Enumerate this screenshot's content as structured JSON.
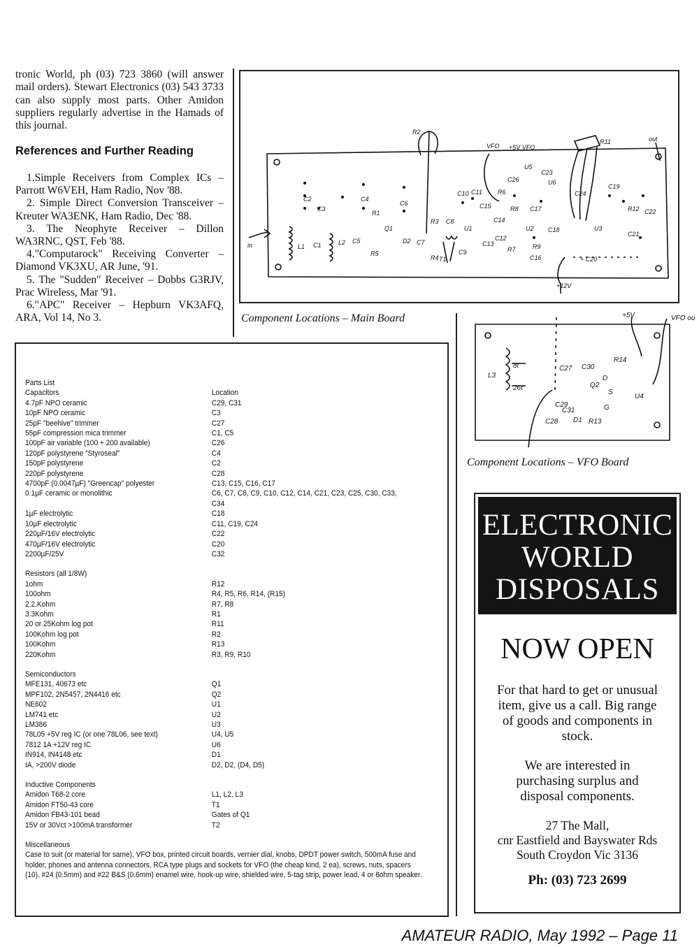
{
  "intro": "tronic World, ph (03) 723 3860 (will answer mail orders). Stewart Electronics (03) 543 3733 can also supply most parts. Other Amidon suppliers regularly advertise in the Hamads of this journal.",
  "references": {
    "heading": "References and Further Reading",
    "items": [
      "1.Simple Receivers from Complex ICs – Parrott W6VEH, Ham Radio, Nov '88.",
      "2. Simple Direct Conversion Transceiver – Kreuter WA3ENK, Ham Radio, Dec '88.",
      "3. The Neophyte Receiver – Dillon WA3RNC, QST, Feb '88.",
      "4.\"Computarock\" Receiving Converter – Diamond VK3XU, AR June, '91.",
      "5. The \"Sudden\" Receiver – Dobbs G3RJV, Prac Wireless, Mar '91.",
      "6.\"APC\" Receiver – Hepburn VK3AFQ, ARA, Vol 14, No 3."
    ]
  },
  "main_board": {
    "caption": "Component Locations – Main Board",
    "labels": {
      "r2": "R2",
      "vfo": "VFO",
      "plus5v_vfo": "+5V VFO",
      "r11": "R11",
      "out": "out",
      "u5": "U5",
      "c26": "C26",
      "c23": "C23",
      "u6": "U6",
      "c24": "C24",
      "c19": "C19",
      "c18": "C18",
      "r12": "R12",
      "c22": "C22",
      "c21": "C21",
      "u3": "U3",
      "u2": "U2",
      "u1": "U1",
      "c14": "C14",
      "r8": "R8",
      "r6": "R6",
      "c15": "C15",
      "c13": "C13",
      "c12": "C12",
      "r7": "R7",
      "r9": "R9",
      "c16": "C16",
      "c20": "+ C20",
      "plus12v": "+12V",
      "in": "in",
      "l1": "L1",
      "c1": "C1",
      "c2": "C2",
      "c3": "C3",
      "l2": "L2",
      "c5": "C5",
      "c4": "C4",
      "r1": "R1",
      "q1": "Q1",
      "r5": "R5",
      "c6": "C6",
      "c7": "C7",
      "r3": "R3",
      "r4": "R4",
      "t1": "T1",
      "d2": "D2",
      "c10": "C10",
      "c11": "C11",
      "c17": "C17",
      "c8": "C8",
      "c9": "C9"
    }
  },
  "vfo_board": {
    "caption": "Component Locations – VFO Board",
    "labels": {
      "plus5v": "+5V",
      "vfo_out": "VFO out",
      "l3": "L3",
      "t8": "8t",
      "t26": "26t",
      "c27": "C27",
      "c30": "C30",
      "r14": "R14",
      "q2": "Q2",
      "d": "D",
      "g": "G",
      "s": "S",
      "u4": "U4",
      "c28": "C28",
      "c29": "C29",
      "c31": "C31",
      "d1": "D1",
      "r13": "R13"
    }
  },
  "parts_list": {
    "title": "Parts List",
    "sections": [
      {
        "heading": "Capacitors",
        "heading_right": "Location",
        "rows": [
          [
            "4.7pF NPO ceramic",
            "C29, C31"
          ],
          [
            "10pF NPO ceramic",
            "C3"
          ],
          [
            "25pF \"beehive\" trimmer",
            "C27"
          ],
          [
            "55pF compression mica trimmer",
            "C1, C5"
          ],
          [
            "100pF air variable (100 + 200 available)",
            "C26"
          ],
          [
            "120pF polystyrene \"Styroseal\"",
            "C4"
          ],
          [
            "150pF polystyrene",
            "C2"
          ],
          [
            "220pF polystyrene",
            "C28"
          ],
          [
            "4700pF (0.0047µF) \"Greencap\" polyester",
            "C13, C15, C16, C17"
          ],
          [
            "0.1µF ceramic or monolithic",
            "C6, C7, C8, C9, C10, C12, C14, C21, C23, C25, C30, C33, C34"
          ],
          [
            "1µF electrolytic",
            "C18"
          ],
          [
            "10µF  electrolytic",
            "C11, C19, C24"
          ],
          [
            "220µF/16V electrolytic",
            "C22"
          ],
          [
            "470µF/16V electrolytic",
            "C20"
          ],
          [
            "2200µF/25V",
            "C32"
          ]
        ]
      },
      {
        "heading": "Resistors (all 1/8W)",
        "heading_right": "",
        "rows": [
          [
            "1ohm",
            "R12"
          ],
          [
            "100ohm",
            "R4, R5, R6, R14, (R15)"
          ],
          [
            "2.2.Kohm",
            "R7, R8"
          ],
          [
            "3.3Kohm",
            "R1"
          ],
          [
            "20 or 25Kohm log pot",
            "R11"
          ],
          [
            "100Kohm log pot",
            "R2"
          ],
          [
            "100Kohm",
            "R13"
          ],
          [
            "220Kohm",
            "R3, R9, R10"
          ]
        ]
      },
      {
        "heading": "Semiconductors",
        "heading_right": "",
        "rows": [
          [
            "MFE131, 40673 etc",
            "Q1"
          ],
          [
            "MPF102, 2N5457, 2N4416 etc",
            "Q2"
          ],
          [
            "NE602",
            "U1"
          ],
          [
            "LM741 etc",
            "U2"
          ],
          [
            "LM386",
            "U3"
          ],
          [
            "78L05 +5V reg IC (or one 78L06, see text)",
            "U4, U5"
          ],
          [
            "7812 1A +12V reg IC",
            "U6"
          ],
          [
            "IN914, IN4148 etc",
            "D1"
          ],
          [
            "IA, >200V diode",
            "D2, D2, (D4, D5)"
          ]
        ]
      },
      {
        "heading": "Inductive Components",
        "heading_right": "",
        "rows": [
          [
            "Amidon T68-2 core",
            "L1, L2, L3"
          ],
          [
            "Amidon FT50-43 core",
            "T1"
          ],
          [
            "Amidon FB43-101 bead",
            "Gates of Q1"
          ],
          [
            "15V or 30Vct >100mA transformer",
            "T2"
          ]
        ]
      }
    ],
    "misc_heading": "Miscellaneous",
    "misc_text": "Case to suit (or material for same), VFO box, printed circuit boards, vernier dial, knobs, DPDT power switch, 500mA fuse and holder, phones and antenna connectors, RCA type plugs and sockets for VFO (the cheap kind, 2 ea), screws, nuts, spacers (10), #24 (0.5mm) and #22 B&S (0.6mm) enamel wire, hook-up wire, shielded wire, 5-tag strip, power lead, 4 or 8ohm speaker."
  },
  "ad": {
    "line1": "ELECTRONIC",
    "line2": "WORLD",
    "line3": "DISPOSALS",
    "now_open": "NOW OPEN",
    "para1": "For that hard to get or unusual item, give us a call. Big range of goods and components in stock.",
    "para2": "We are interested in purchasing surplus and disposal components.",
    "address_1": "27 The Mall,",
    "address_2": "cnr Eastfield and Bayswater Rds",
    "address_3": "South Croydon Vic 3136",
    "phone": "Ph: (03) 723 2699"
  },
  "footer": {
    "publication": "AMATEUR RADIO",
    "rest": ", May 1992 – Page 11"
  }
}
